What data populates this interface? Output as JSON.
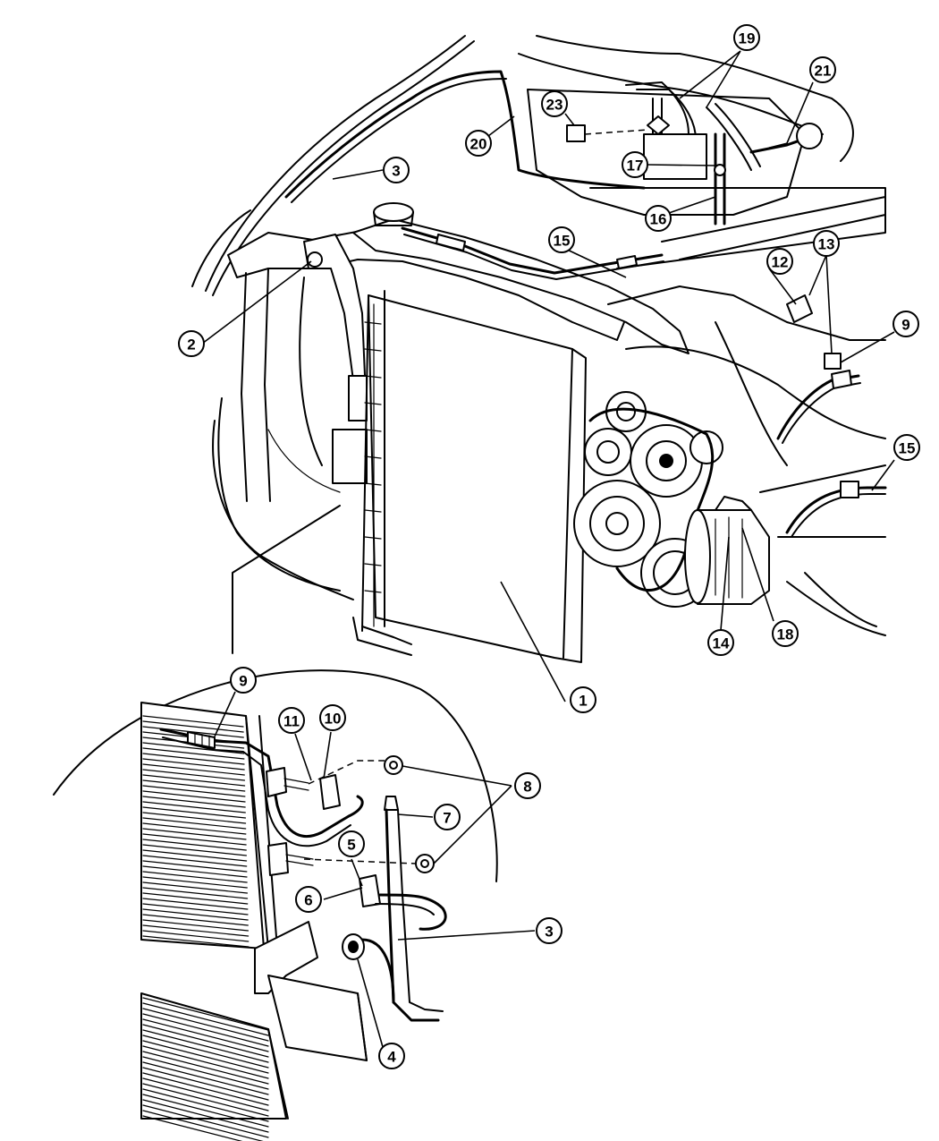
{
  "callouts": [
    {
      "id": "c1",
      "label": "1"
    },
    {
      "id": "c2",
      "label": "2"
    },
    {
      "id": "c3-top",
      "label": "3"
    },
    {
      "id": "c3-detail",
      "label": "3"
    },
    {
      "id": "c4",
      "label": "4"
    },
    {
      "id": "c5",
      "label": "5"
    },
    {
      "id": "c6",
      "label": "6"
    },
    {
      "id": "c7",
      "label": "7"
    },
    {
      "id": "c8",
      "label": "8"
    },
    {
      "id": "c9-top",
      "label": "9"
    },
    {
      "id": "c9-detail",
      "label": "9"
    },
    {
      "id": "c10",
      "label": "10"
    },
    {
      "id": "c11",
      "label": "11"
    },
    {
      "id": "c12",
      "label": "12"
    },
    {
      "id": "c13",
      "label": "13"
    },
    {
      "id": "c14",
      "label": "14"
    },
    {
      "id": "c15-top",
      "label": "15"
    },
    {
      "id": "c15-right",
      "label": "15"
    },
    {
      "id": "c16",
      "label": "16"
    },
    {
      "id": "c17",
      "label": "17"
    },
    {
      "id": "c18",
      "label": "18"
    },
    {
      "id": "c19",
      "label": "19"
    },
    {
      "id": "c20",
      "label": "20"
    },
    {
      "id": "c21",
      "label": "21"
    },
    {
      "id": "c23",
      "label": "23"
    }
  ]
}
